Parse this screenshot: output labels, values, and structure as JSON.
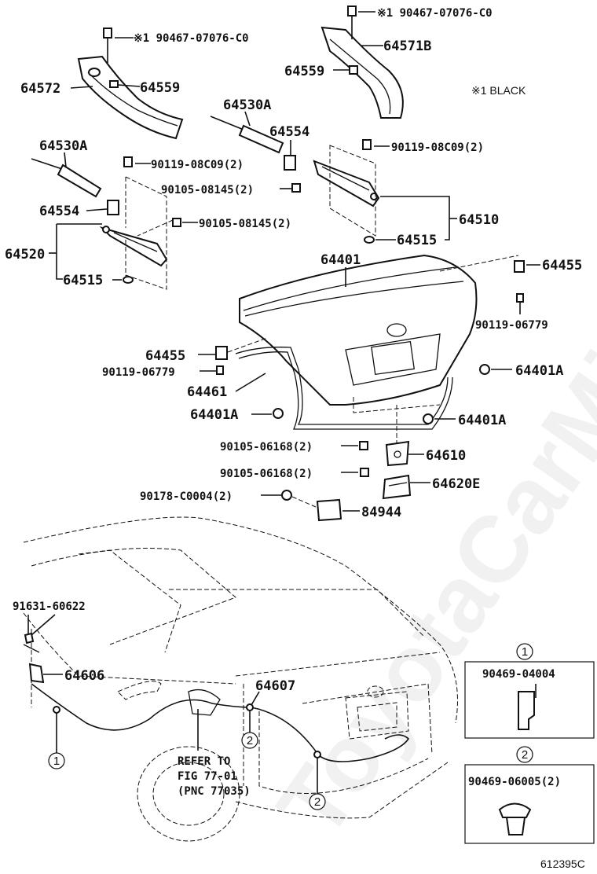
{
  "note_black": "※1 BLACK",
  "figure_id": "612395C",
  "refer_text": [
    "REFER TO",
    "FIG 77-01",
    "(PNC 77035)"
  ],
  "watermark": "ToyotaCarMine.ru",
  "callouts": {
    "bolt_a": "※1 90467-07076-C0",
    "bolt_b": "※1 90467-07076-C0",
    "p64571b": "64571B",
    "p64559_right": "64559",
    "p64572": "64572",
    "p64559_left": "64559",
    "p64530a_center": "64530A",
    "p64554_center": "64554",
    "p64530a_left": "64530A",
    "p90119_08c09_left": "90119-08C09(2)",
    "p90119_08c09_right": "90119-08C09(2)",
    "p90105_08145_a": "90105-08145(2)",
    "p90105_08145_b": "90105-08145(2)",
    "p64554_left": "64554",
    "p64510": "64510",
    "p64520": "64520",
    "p64515_right": "64515",
    "p64515_left": "64515",
    "p64401": "64401",
    "p64455_right": "64455",
    "p90119_06779_right": "90119-06779",
    "p64455_left": "64455",
    "p90119_06779_left": "90119-06779",
    "p64401a_right_top": "64401A",
    "p64461": "64461",
    "p64401a_left": "64401A",
    "p64401a_right_bottom": "64401A",
    "p90105_06168_a": "90105-06168(2)",
    "p64610": "64610",
    "p90105_06168_b": "90105-06168(2)",
    "p64620e": "64620E",
    "p90178_c0004": "90178-C0004(2)",
    "p84944": "84944",
    "p91631_60622": "91631-60622",
    "p64606": "64606",
    "p64607": "64607"
  },
  "markers": {
    "m1": "1",
    "m2a": "2",
    "m2b": "2"
  },
  "detail_boxes": [
    {
      "marker": "1",
      "part": "90469-04004"
    },
    {
      "marker": "2",
      "part": "90469-06005(2)"
    }
  ]
}
